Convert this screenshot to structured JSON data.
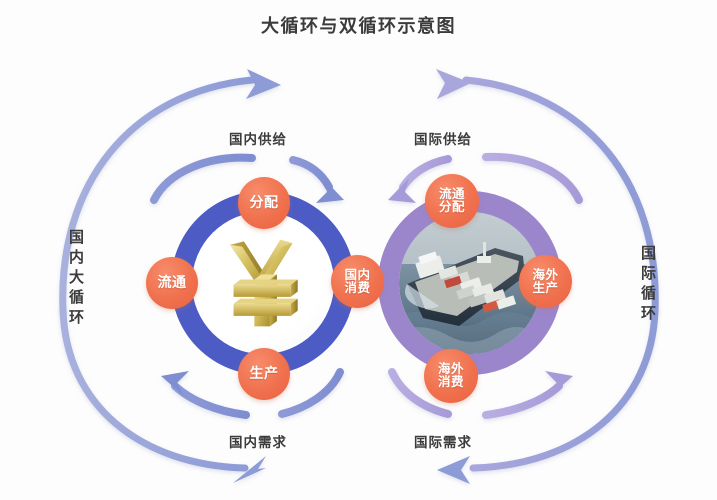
{
  "title": "大循环与双循环示意图",
  "colors": {
    "background": "#fdfdfd",
    "title_text": "#3b3b3b",
    "inner_ring_left": "#4d5cc4",
    "inner_ring_right": "#9b86cc",
    "badge_orange": "#f0714e",
    "badge_text": "#ffffff",
    "outer_arrow_blue": "#93a0d8",
    "inner_arrow_left": "#7d8cd2",
    "inner_arrow_right": "#b2a5dc",
    "yuan_gold": "#cbb14a",
    "label_text": "#3c3c3c"
  },
  "side_labels": {
    "left": "国内大循环",
    "right": "国际循环"
  },
  "flow_labels": {
    "domestic_supply": "国内供给",
    "international_supply": "国际供给",
    "domestic_demand": "国内需求",
    "international_demand": "国际需求"
  },
  "left_cycle": {
    "name": "国内大循环",
    "center_symbol": "¥",
    "center_symbol_name": "yuan-currency-symbol",
    "ring_color": "#4d5cc4",
    "nodes": [
      {
        "id": "fenpei",
        "label": "分配",
        "position": "top",
        "lines": [
          "分配"
        ]
      },
      {
        "id": "liutong",
        "label": "流通",
        "position": "left",
        "lines": [
          "流通"
        ]
      },
      {
        "id": "shengchan",
        "label": "生产",
        "position": "bottom",
        "lines": [
          "生产"
        ]
      },
      {
        "id": "guonei-xiaofei",
        "label": "国内消费",
        "position": "right-shared",
        "lines": [
          "国内",
          "消费"
        ]
      }
    ]
  },
  "right_cycle": {
    "name": "国际循环",
    "center_image": "container-cargo-ship-photo",
    "ring_color": "#9b86cc",
    "nodes": [
      {
        "id": "liutong-fenpei",
        "label": "流通分配",
        "position": "top",
        "lines": [
          "流通",
          "分配"
        ]
      },
      {
        "id": "haiwai-shengchan",
        "label": "海外生产",
        "position": "right",
        "lines": [
          "海外",
          "生产"
        ]
      },
      {
        "id": "haiwai-xiaofei",
        "label": "海外消费",
        "position": "bottom",
        "lines": [
          "海外",
          "消费"
        ]
      }
    ]
  },
  "arrows": {
    "outer_left_top": {
      "name": "domestic-outer-supply-arrow",
      "direction": "clockwise-right"
    },
    "outer_left_bottom": {
      "name": "domestic-outer-demand-arrow",
      "direction": "counter-clockwise-left"
    },
    "outer_right_top": {
      "name": "international-outer-supply-arrow",
      "direction": "clockwise-right"
    },
    "outer_right_bottom": {
      "name": "international-outer-demand-arrow",
      "direction": "counter-clockwise-left"
    },
    "inner_left_top": {
      "name": "domestic-inner-supply-arrow",
      "direction": "clockwise-right"
    },
    "inner_left_bottom": {
      "name": "domestic-inner-demand-arrow",
      "direction": "counter-clockwise-left"
    },
    "inner_right_top": {
      "name": "international-inner-supply-arrow",
      "direction": "counter-clockwise-left"
    },
    "inner_right_bottom": {
      "name": "international-inner-demand-arrow",
      "direction": "clockwise-right"
    }
  }
}
